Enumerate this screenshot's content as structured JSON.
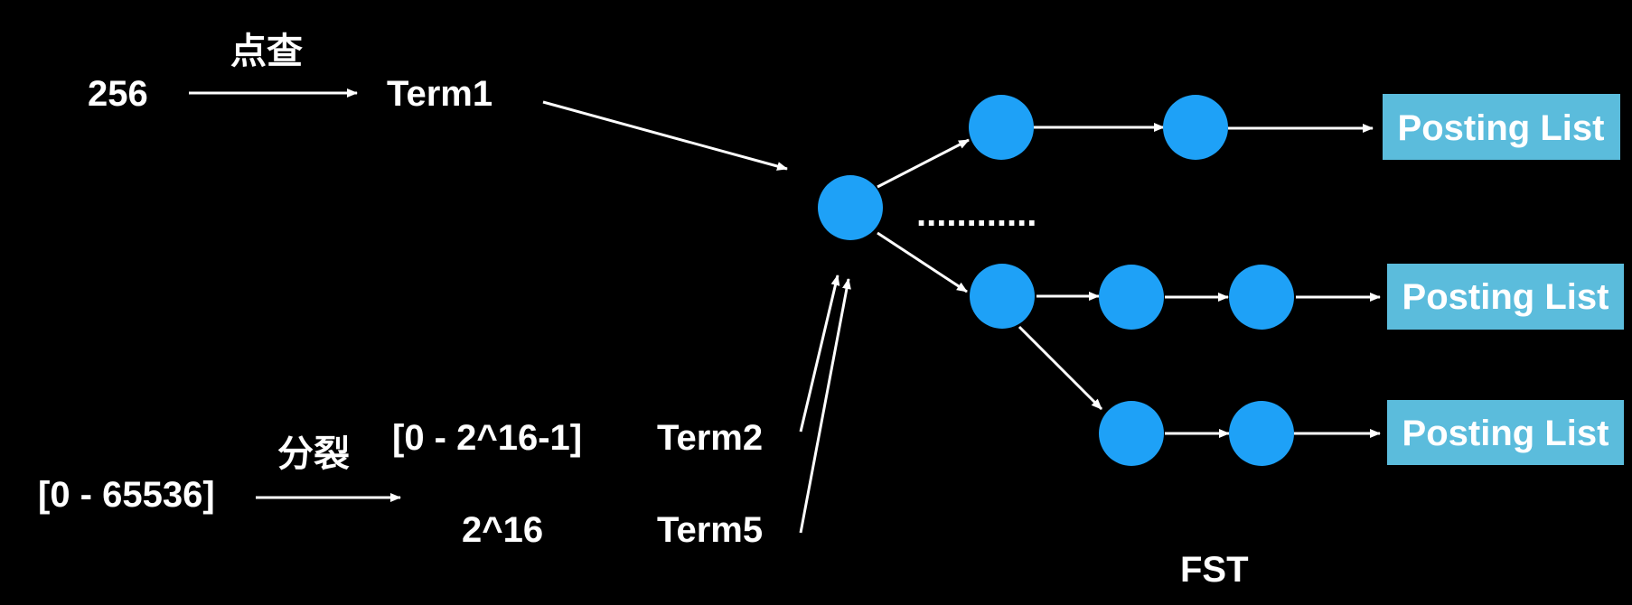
{
  "labels": {
    "point_query_value": "256",
    "point_query_action": "点查",
    "term1": "Term1",
    "range_value": "[0 - 65536]",
    "range_action": "分裂",
    "split_range": "[0 - 2^16-1]",
    "split_point": "2^16",
    "term2": "Term2",
    "term5": "Term5",
    "ellipsis": "............",
    "fst": "FST",
    "posting_top": "Posting List",
    "posting_middle": "Posting List",
    "posting_bottom": "Posting List"
  },
  "colors": {
    "background": "#000000",
    "text": "#ffffff",
    "arrow": "#ffffff",
    "node": "#1ea1f7",
    "posting_box": "#5bbcdc"
  }
}
